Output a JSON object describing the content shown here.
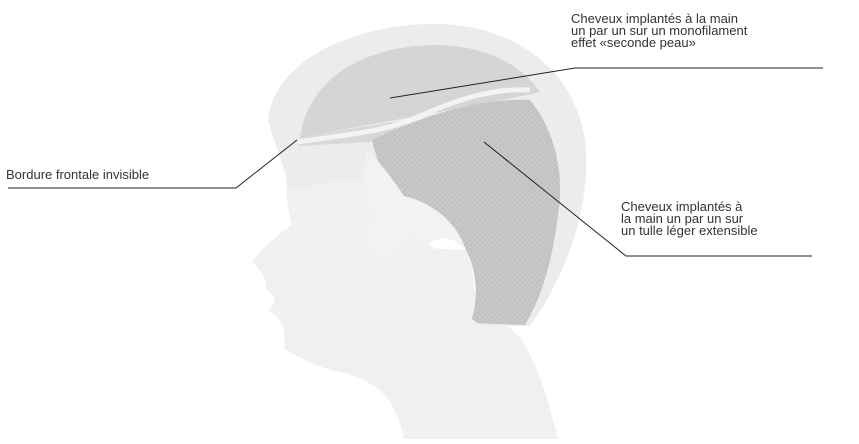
{
  "callouts": {
    "top": {
      "lines": [
        "Cheveux implantés à la main",
        "un par un sur un monofilament",
        "effet «seconde peau»"
      ]
    },
    "left": {
      "lines": [
        "Bordure frontale invisible"
      ]
    },
    "right": {
      "lines": [
        "Cheveux implantés à",
        "la main un par un sur",
        "un tulle léger extensible"
      ]
    }
  },
  "colors": {
    "background": "#ffffff",
    "head_silhouette": "#f1f1f1",
    "head_outline": "#e6e6e6",
    "skin_zone": "#e2e2e2",
    "monofilament_zone": "#d4d4d4",
    "tulle_zone": "#c9c9c9",
    "tulle_texture": "#bcbcbc",
    "separator": "#f2f2f2",
    "leader_line": "#222222",
    "text": "#333333"
  }
}
